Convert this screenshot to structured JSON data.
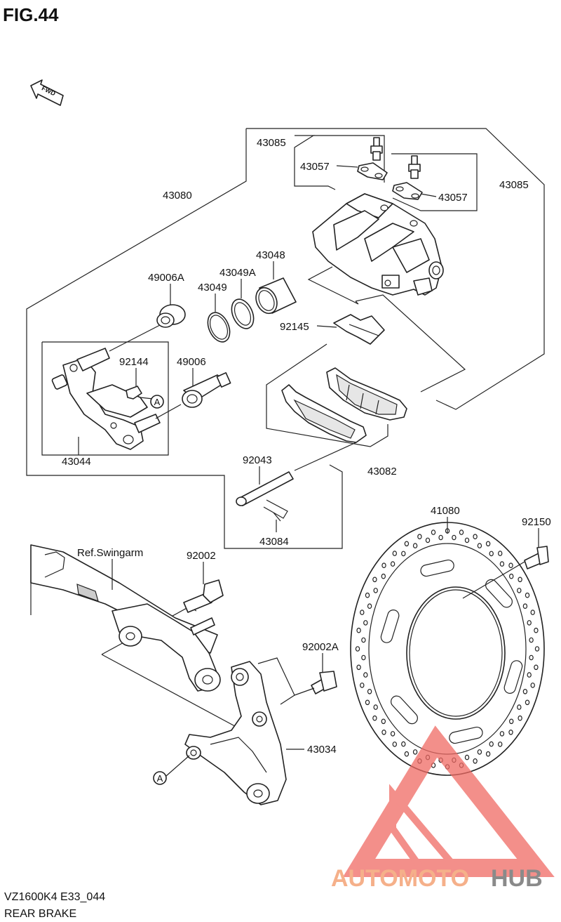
{
  "figure": {
    "title": "FIG.44",
    "model_code": "VZ1600K4 E33_044",
    "section_name": "REAR BRAKE",
    "fwd_marker": "FWD",
    "reference_label": "Ref.Swingarm",
    "circle_marker": "A"
  },
  "parts": [
    {
      "id": "p-43085-a",
      "number": "43085"
    },
    {
      "id": "p-43057-a",
      "number": "43057"
    },
    {
      "id": "p-43085-b",
      "number": "43085"
    },
    {
      "id": "p-43057-b",
      "number": "43057"
    },
    {
      "id": "p-43080",
      "number": "43080"
    },
    {
      "id": "p-43048",
      "number": "43048"
    },
    {
      "id": "p-49006a",
      "number": "49006A"
    },
    {
      "id": "p-43049a",
      "number": "43049A"
    },
    {
      "id": "p-43049",
      "number": "43049"
    },
    {
      "id": "p-92145",
      "number": "92145"
    },
    {
      "id": "p-92144",
      "number": "92144"
    },
    {
      "id": "p-49006",
      "number": "49006"
    },
    {
      "id": "p-43044",
      "number": "43044"
    },
    {
      "id": "p-92043",
      "number": "92043"
    },
    {
      "id": "p-43082",
      "number": "43082"
    },
    {
      "id": "p-43084",
      "number": "43084"
    },
    {
      "id": "p-41080",
      "number": "41080"
    },
    {
      "id": "p-92150",
      "number": "92150"
    },
    {
      "id": "p-92002",
      "number": "92002"
    },
    {
      "id": "p-92002a",
      "number": "92002A"
    },
    {
      "id": "p-43034",
      "number": "43034"
    }
  ],
  "watermark": {
    "text_a": "AUTOMOTO",
    "text_b": "HUB",
    "color_a": "#f5b08a",
    "color_b": "#8a8a8a",
    "logo_color": "#f06a64"
  }
}
